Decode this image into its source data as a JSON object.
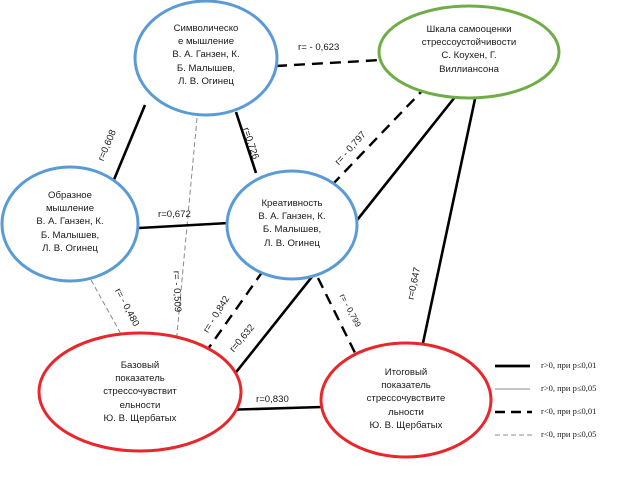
{
  "colors": {
    "blue": "#5B9BD5",
    "green": "#70AD47",
    "red": "#E8262B",
    "line": "#000000"
  },
  "nodes": {
    "symbolic": {
      "lines": [
        "Символическо",
        "е мышление",
        "В. А. Ганзен, К.",
        "Б. Малышев,",
        "Л. В. Огинец"
      ]
    },
    "figurative": {
      "lines": [
        "Образное",
        "мышление",
        "В. А. Ганзен, К.",
        "Б. Малышев,",
        "Л. В. Огинец"
      ]
    },
    "creativity": {
      "lines": [
        "Креативность",
        "В. А. Ганзен, К.",
        "Б. Малышев,",
        "Л. В. Огинец"
      ]
    },
    "stress": {
      "lines": [
        "Шкала самооценки",
        "стрессоустойчивости",
        "С. Коухен, Г.",
        "Виллиансона"
      ]
    },
    "base": {
      "lines": [
        "Базовый",
        "показатель",
        "стрессочувствит",
        "ельности",
        "Ю. В. Щербатых"
      ]
    },
    "final": {
      "lines": [
        "Итоговый",
        "показатель",
        "стрессочувствите",
        "льности",
        "Ю. В. Щербатых"
      ]
    }
  },
  "edges": [
    {
      "from": "symbolic",
      "to": "figurative",
      "label": "r=0,608"
    },
    {
      "from": "symbolic",
      "to": "creativity",
      "label": "r=0,726"
    },
    {
      "from": "symbolic",
      "to": "stress",
      "label": "r= - 0,623"
    },
    {
      "from": "symbolic",
      "to": "base",
      "label": "r= - 0,509"
    },
    {
      "from": "figurative",
      "to": "creativity",
      "label": "r=0,672"
    },
    {
      "from": "figurative",
      "to": "base",
      "label": "r= - 0,480"
    },
    {
      "from": "creativity",
      "to": "stress",
      "label": "r= - 0,797"
    },
    {
      "from": "creativity",
      "to": "base",
      "label": "r= - 0,842"
    },
    {
      "from": "creativity",
      "to": "final",
      "label": "r= - 0,799"
    },
    {
      "from": "stress",
      "to": "base",
      "label": "r=0,632"
    },
    {
      "from": "stress",
      "to": "final",
      "label": "r=0,647"
    },
    {
      "from": "base",
      "to": "final",
      "label": "r=0,830"
    }
  ],
  "legend": [
    {
      "label": "r>0, при p≤0,01"
    },
    {
      "label": "r>0, при p≤0,05"
    },
    {
      "label": "r<0, при p≤0,01"
    },
    {
      "label": "r<0, при p≤0,05"
    }
  ]
}
